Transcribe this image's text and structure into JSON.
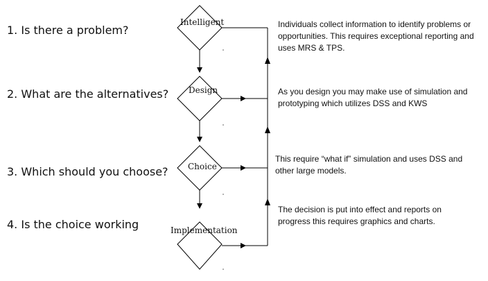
{
  "questions": [
    "1. Is there a problem?",
    "2. What are the alternatives?",
    "3. Which should you choose?",
    "4. Is the choice working"
  ],
  "nodes": [
    "Intelligent",
    "Design",
    "Choice",
    "Implementation"
  ],
  "descriptions": [
    "Individuals collect information to identify problems or opportunities. This requires exceptional reporting and uses MRS & TPS.",
    "As you design you may make use of simulation and prototyping which utilizes DSS and KWS",
    "This require “what if” simulation and uses DSS and other large models.",
    "The decision is put into effect and reports on progress this requires graphics and charts."
  ]
}
